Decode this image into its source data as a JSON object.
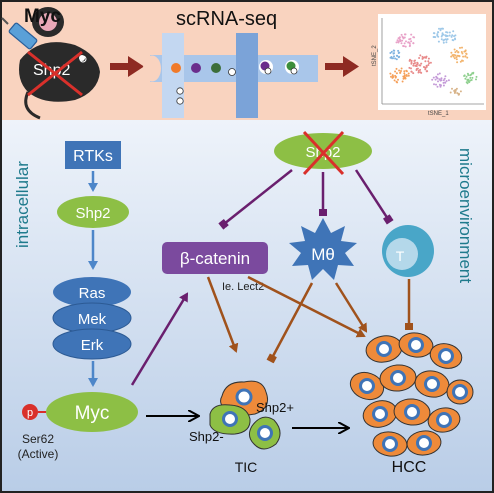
{
  "top_panel": {
    "mouse_label": "Myc",
    "knockout_label": "Shp2",
    "method_label": "scRNA-seq",
    "tsne": {
      "xlabel": "tSNE_1",
      "ylabel": "tSNE_2"
    }
  },
  "side_labels": {
    "left": "intracellular",
    "right": "microenvironment"
  },
  "intracellular": {
    "rtks": "RTKs",
    "shp2": "Shp2",
    "ras": "Ras",
    "mek": "Mek",
    "erk": "Erk",
    "myc": "Myc",
    "phospho": "p",
    "ser62": "Ser62",
    "active": "(Active)"
  },
  "microenvironment": {
    "shp2_deleted": "Shp2",
    "beta_catenin": "β-catenin",
    "lect2": "Ie. Lect2",
    "macrophage": "Mθ",
    "t_cell": "T"
  },
  "outcomes": {
    "shp2_plus": "Shp2+",
    "shp2_minus": "Shp2-",
    "tic": "TIC",
    "hcc": "HCC"
  },
  "colors": {
    "top_bg": "#f9d3bf",
    "bottom_bg": "#c9d8ec",
    "blue_box": "#3f74b7",
    "green": "#8dbf45",
    "purple": "#7b4a9e",
    "arrow_purple": "#6a1f6e",
    "arrow_brown": "#a0521c",
    "orange_cell": "#ee8a3a",
    "red_x": "#d9302b"
  }
}
